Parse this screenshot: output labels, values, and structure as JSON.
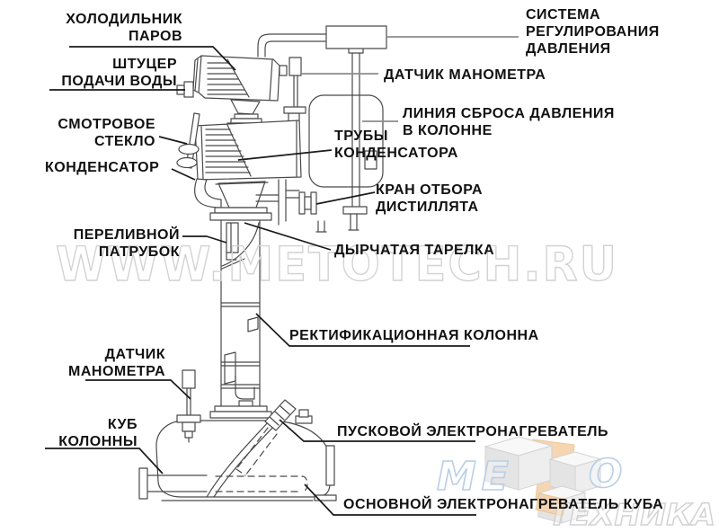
{
  "diagram_title": "Схема ректификационной колонны (аппарат с кубом и электронагревателями)",
  "colors": {
    "background": "#ffffff",
    "drawing_line": "#4a4a4a",
    "label_text": "#111111",
    "leader_black": "#1a1a1a",
    "leader_gray": "#8c8c8c",
    "watermark_outline": "#d2d2d2",
    "logo_blue": "#a9c2e2",
    "logo_tan": "#f2c693",
    "logo_gray": "#dedede"
  },
  "watermark": {
    "text": "WWW.METOTECH.RU"
  },
  "logo": {
    "letters_left": "МЕ",
    "letters_right": "О",
    "word_bottom": "ТЕХНИКА"
  },
  "labels": {
    "vapor_cooler": {
      "lines": [
        "ХОЛОДИЛЬНИК",
        "ПАРОВ"
      ]
    },
    "water_inlet_fitting": {
      "lines": [
        "ШТУЦЕР",
        "ПОДАЧИ ВОДЫ"
      ]
    },
    "sight_glass": {
      "lines": [
        "СМОТРОВОЕ",
        "СТЕКЛО"
      ]
    },
    "condenser": {
      "lines": [
        "КОНДЕНСАТОР"
      ]
    },
    "pressure_regulation_system": {
      "lines": [
        "СИСТЕМА",
        "РЕГУЛИРОВАНИЯ",
        "ДАВЛЕНИЯ"
      ]
    },
    "manometer_sensor_top": {
      "lines": [
        "ДАТЧИК МАНОМЕТРА"
      ]
    },
    "pressure_relief_line": {
      "lines": [
        "ЛИНИЯ СБРОСА ДАВЛЕНИЯ",
        "В КОЛОННЕ"
      ]
    },
    "condenser_tubes": {
      "lines": [
        "ТРУБЫ",
        "КОНДЕНСАТОРА"
      ]
    },
    "distillate_valve": {
      "lines": [
        "КРАН ОТБОРА",
        "ДИСТИЛЛЯТА"
      ]
    },
    "overflow_pipe": {
      "lines": [
        "ПЕРЕЛИВНОЙ",
        "ПАТРУБОК"
      ]
    },
    "perforated_plate": {
      "lines": [
        "ДЫРЧАТАЯ ТАРЕЛКА"
      ]
    },
    "rectification_column": {
      "lines": [
        "РЕКТИФИКАЦИОННАЯ КОЛОННА"
      ]
    },
    "manometer_sensor_bottom": {
      "lines": [
        "ДАТЧИК",
        "МАНОМЕТРА"
      ]
    },
    "column_boiler": {
      "lines": [
        "КУБ",
        "КОЛОННЫ"
      ]
    },
    "starting_heater": {
      "lines": [
        "ПУСКОВОЙ ЭЛЕКТРОНАГРЕВАТЕЛЬ"
      ]
    },
    "main_heater": {
      "lines": [
        "ОСНОВНОЙ ЭЛЕКТРОНАГРЕВАТЕЛЬ КУБА"
      ]
    }
  }
}
